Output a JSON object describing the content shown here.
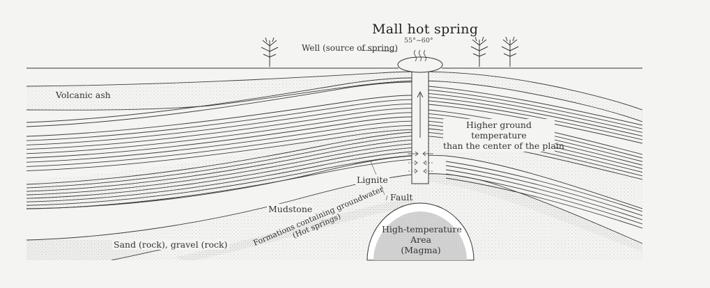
{
  "title": "Mall hot spring",
  "temperature_range": "55°~60°",
  "labels": {
    "well": "Well (source of spring)",
    "volcanic_ash": "Volcanic ash",
    "higher_ground_temperature": [
      "Higher ground",
      "temperature",
      "than the center of the plain"
    ],
    "lignite": "Lignite",
    "fault": "Fault",
    "mudstone": "Mudstone",
    "sand_gravel": "Sand (rock), gravel (rock)",
    "formations": [
      "Formations containing groundwater",
      "(Hot springs)"
    ],
    "magma": [
      "High-temperature",
      "Area",
      "(Magma)"
    ]
  },
  "icons": {
    "trees": "bare-tree-icon",
    "steam": "steam-icon",
    "flow_arrows": "arrow-icon"
  },
  "colors": {
    "background": "#f4f4f2",
    "line": "#333333",
    "magma_fill": "#d6d6d6",
    "sand_stipple": "#bdbdbd"
  }
}
